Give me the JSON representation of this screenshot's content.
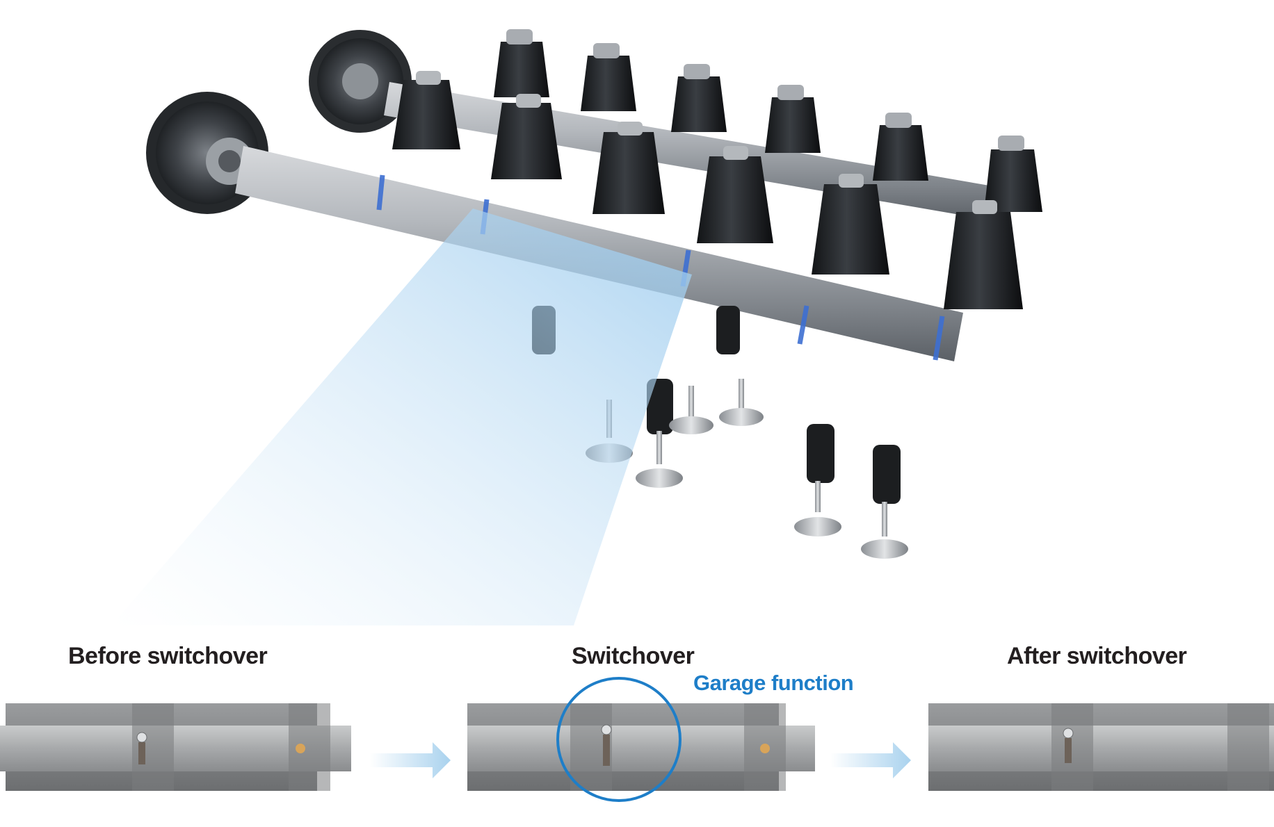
{
  "stages": {
    "before": "Before switchover",
    "switchover": "Switchover",
    "after": "After switchover"
  },
  "callout": {
    "label": "Garage function",
    "color": "#1e7ec8"
  },
  "colors": {
    "accent_blue": "#1e7ec8",
    "arrow_blue": "#a9d2ee",
    "label_text": "#231f20"
  }
}
